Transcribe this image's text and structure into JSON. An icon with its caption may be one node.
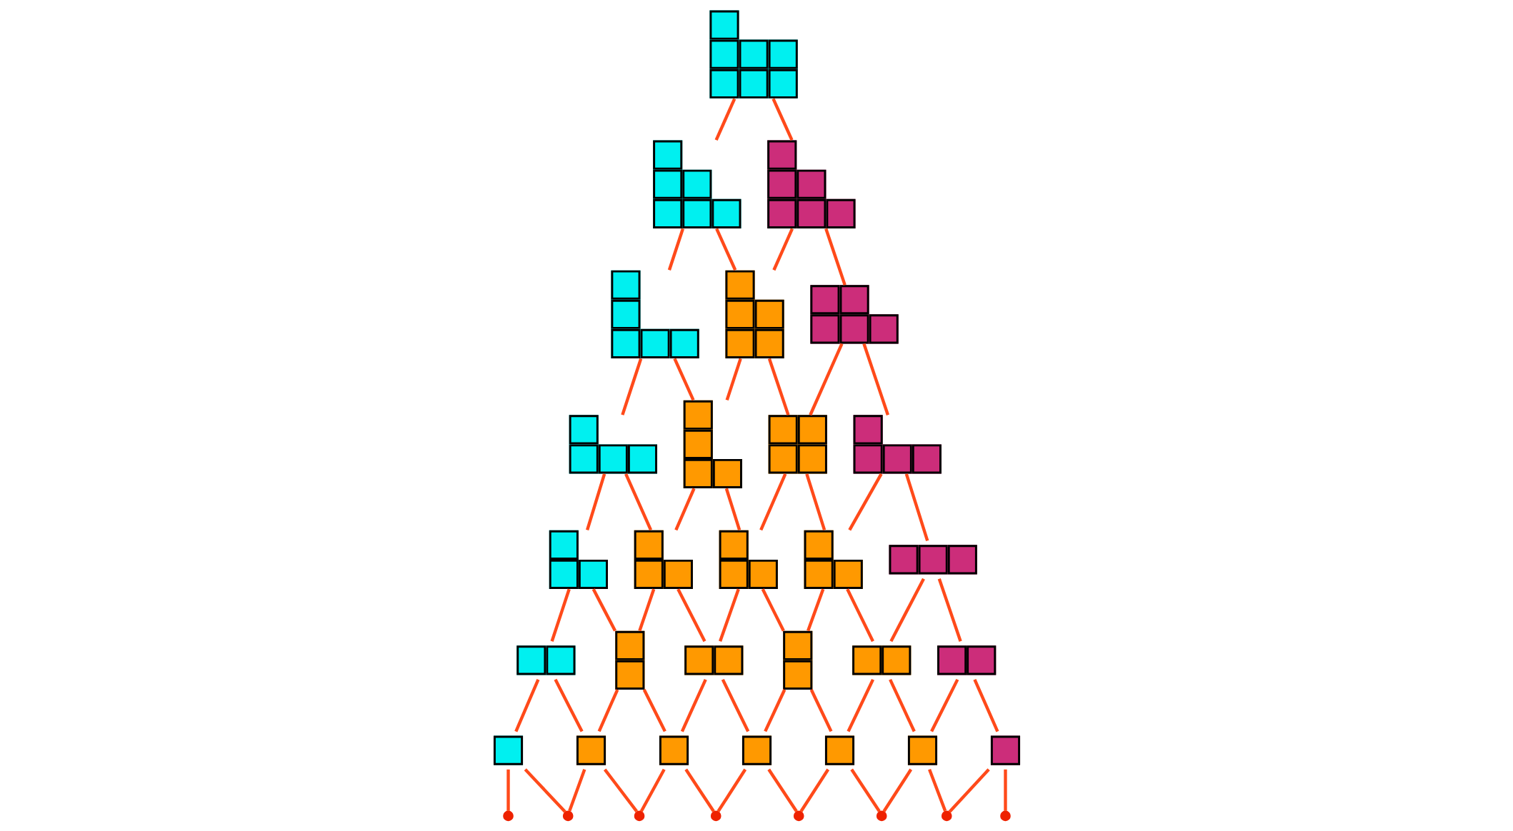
{
  "diagram": {
    "nodes": [
      {
        "text": [],
        "shape": "box"
      },
      {
        "text": [],
        "shape": "box"
      },
      {
        "text": [],
        "shape": "box"
      },
      {
        "text": [],
        "shape": "box"
      },
      {
        "text": [],
        "shape": "box"
      },
      {
        "text": [],
        "shape": "box"
      },
      {
        "text": [],
        "shape": "box"
      },
      {
        "text": [],
        "shape": "box"
      },
      {
        "text": [],
        "shape": "box"
      },
      {
        "text": [],
        "shape": "box"
      },
      {
        "text": [],
        "shape": "box"
      },
      {
        "text": [],
        "shape": "box"
      },
      {
        "text": [],
        "shape": "box"
      },
      {
        "text": [],
        "shape": "box"
      },
      {
        "text": [],
        "shape": "box"
      },
      {
        "text": [],
        "shape": "box"
      },
      {
        "text": [],
        "shape": "box"
      },
      {
        "text": [],
        "shape": "box"
      },
      {
        "text": [],
        "shape": "box"
      },
      {
        "text": [],
        "shape": "box"
      },
      {
        "text": [],
        "shape": "box"
      },
      {
        "text": [],
        "shape": "box"
      },
      {
        "text": [],
        "shape": "box"
      },
      {
        "text": [],
        "shape": "box"
      },
      {
        "text": [],
        "shape": "box"
      },
      {
        "text": [],
        "shape": "box"
      },
      {
        "text": [],
        "shape": "box"
      },
      {
        "text": [],
        "shape": "box"
      },
      {
        "text": [],
        "shape": "circle"
      },
      {
        "text": [],
        "shape": "circle"
      },
      {
        "text": [],
        "shape": "circle"
      },
      {
        "text": [],
        "shape": "circle"
      },
      {
        "text": [],
        "shape": "circle"
      },
      {
        "text": [],
        "shape": "circle"
      },
      {
        "text": [],
        "shape": "circle"
      },
      {
        "text": [],
        "shape": "circle"
      }
    ],
    "edges": [
      {
        "from": 0,
        "to": 1,
        "arrow": "none"
      },
      {
        "from": 0,
        "to": 2,
        "arrow": "none"
      },
      {
        "from": 1,
        "to": 3,
        "arrow": "none"
      },
      {
        "from": 1,
        "to": 4,
        "arrow": "none"
      },
      {
        "from": 2,
        "to": 4,
        "arrow": "none"
      },
      {
        "from": 2,
        "to": 5,
        "arrow": "none"
      },
      {
        "from": 3,
        "to": 6,
        "arrow": "none"
      },
      {
        "from": 3,
        "to": 7,
        "arrow": "none"
      },
      {
        "from": 4,
        "to": 7,
        "arrow": "none"
      },
      {
        "from": 4,
        "to": 8,
        "arrow": "none"
      },
      {
        "from": 5,
        "to": 8,
        "arrow": "none"
      },
      {
        "from": 5,
        "to": 9,
        "arrow": "none"
      },
      {
        "from": 6,
        "to": 10,
        "arrow": "none"
      },
      {
        "from": 6,
        "to": 11,
        "arrow": "none"
      },
      {
        "from": 7,
        "to": 11,
        "arrow": "none"
      },
      {
        "from": 7,
        "to": 12,
        "arrow": "none"
      },
      {
        "from": 8,
        "to": 12,
        "arrow": "none"
      },
      {
        "from": 8,
        "to": 13,
        "arrow": "none"
      },
      {
        "from": 9,
        "to": 13,
        "arrow": "none"
      },
      {
        "from": 9,
        "to": 14,
        "arrow": "none"
      },
      {
        "from": 10,
        "to": 15,
        "arrow": "none"
      },
      {
        "from": 10,
        "to": 16,
        "arrow": "none"
      },
      {
        "from": 11,
        "to": 16,
        "arrow": "none"
      },
      {
        "from": 11,
        "to": 17,
        "arrow": "none"
      },
      {
        "from": 12,
        "to": 17,
        "arrow": "none"
      },
      {
        "from": 12,
        "to": 18,
        "arrow": "none"
      },
      {
        "from": 13,
        "to": 18,
        "arrow": "none"
      },
      {
        "from": 13,
        "to": 19,
        "arrow": "none"
      },
      {
        "from": 14,
        "to": 19,
        "arrow": "none"
      },
      {
        "from": 14,
        "to": 20,
        "arrow": "none"
      },
      {
        "from": 15,
        "to": 21,
        "arrow": "none"
      },
      {
        "from": 15,
        "to": 22,
        "arrow": "none"
      },
      {
        "from": 16,
        "to": 22,
        "arrow": "none"
      },
      {
        "from": 16,
        "to": 23,
        "arrow": "none"
      },
      {
        "from": 17,
        "to": 23,
        "arrow": "none"
      },
      {
        "from": 17,
        "to": 24,
        "arrow": "none"
      },
      {
        "from": 18,
        "to": 24,
        "arrow": "none"
      },
      {
        "from": 18,
        "to": 25,
        "arrow": "none"
      },
      {
        "from": 19,
        "to": 25,
        "arrow": "none"
      },
      {
        "from": 19,
        "to": 26,
        "arrow": "none"
      },
      {
        "from": 20,
        "to": 26,
        "arrow": "none"
      },
      {
        "from": 20,
        "to": 27,
        "arrow": "none"
      },
      {
        "from": 21,
        "to": 28,
        "arrow": "none"
      },
      {
        "from": 21,
        "to": 29,
        "arrow": "none"
      },
      {
        "from": 22,
        "to": 29,
        "arrow": "none"
      },
      {
        "from": 22,
        "to": 30,
        "arrow": "none"
      },
      {
        "from": 23,
        "to": 30,
        "arrow": "none"
      },
      {
        "from": 23,
        "to": 31,
        "arrow": "none"
      },
      {
        "from": 24,
        "to": 31,
        "arrow": "none"
      },
      {
        "from": 24,
        "to": 32,
        "arrow": "none"
      },
      {
        "from": 25,
        "to": 32,
        "arrow": "none"
      },
      {
        "from": 25,
        "to": 33,
        "arrow": "none"
      },
      {
        "from": 26,
        "to": 33,
        "arrow": "none"
      },
      {
        "from": 26,
        "to": 34,
        "arrow": "none"
      },
      {
        "from": 27,
        "to": 34,
        "arrow": "none"
      },
      {
        "from": 27,
        "to": 35,
        "arrow": "none"
      }
    ]
  }
}
